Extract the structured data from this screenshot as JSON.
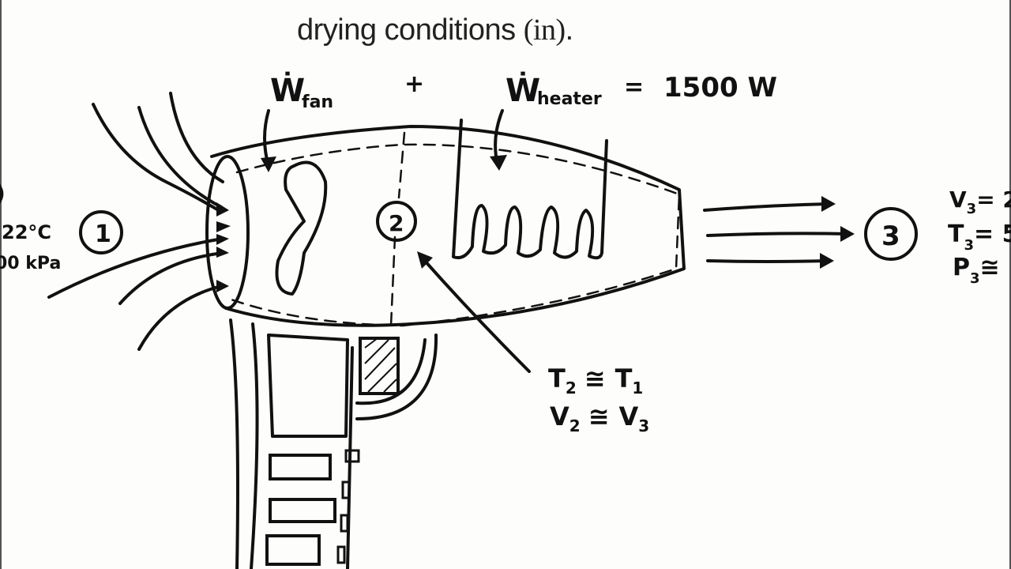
{
  "caption": {
    "text": "drying conditions ",
    "math": "(in)",
    "end": "."
  },
  "power_equation": {
    "w_fan": "Ẇ",
    "w_fan_sub": "fan",
    "plus": "+",
    "w_heater": "Ẇ",
    "w_heater_sub": "heater",
    "equals": "=",
    "value": "1500 W"
  },
  "states": {
    "state1": {
      "label": "1"
    },
    "state2": {
      "label": "2"
    },
    "state3": {
      "label": "3"
    }
  },
  "inlet_conditions": {
    "line1": "22°C",
    "line2": "00 kPa"
  },
  "outlet_conditions": {
    "v3": {
      "var": "V",
      "sub": "3",
      "rel": "= 2"
    },
    "t3": {
      "var": "T",
      "sub": "3",
      "rel": "= 5"
    },
    "p3": {
      "var": "P",
      "sub": "3",
      "rel": "≅"
    }
  },
  "assumptions": {
    "line1": {
      "lhs": "T",
      "lhs_sub": "2",
      "rel": "≅",
      "rhs": "T",
      "rhs_sub": "1"
    },
    "line2": {
      "lhs": "V",
      "lhs_sub": "2",
      "rel": "≅",
      "rhs": "V",
      "rhs_sub": "3"
    }
  },
  "colors": {
    "ink": "#111111",
    "background": "#fdfdfb"
  }
}
